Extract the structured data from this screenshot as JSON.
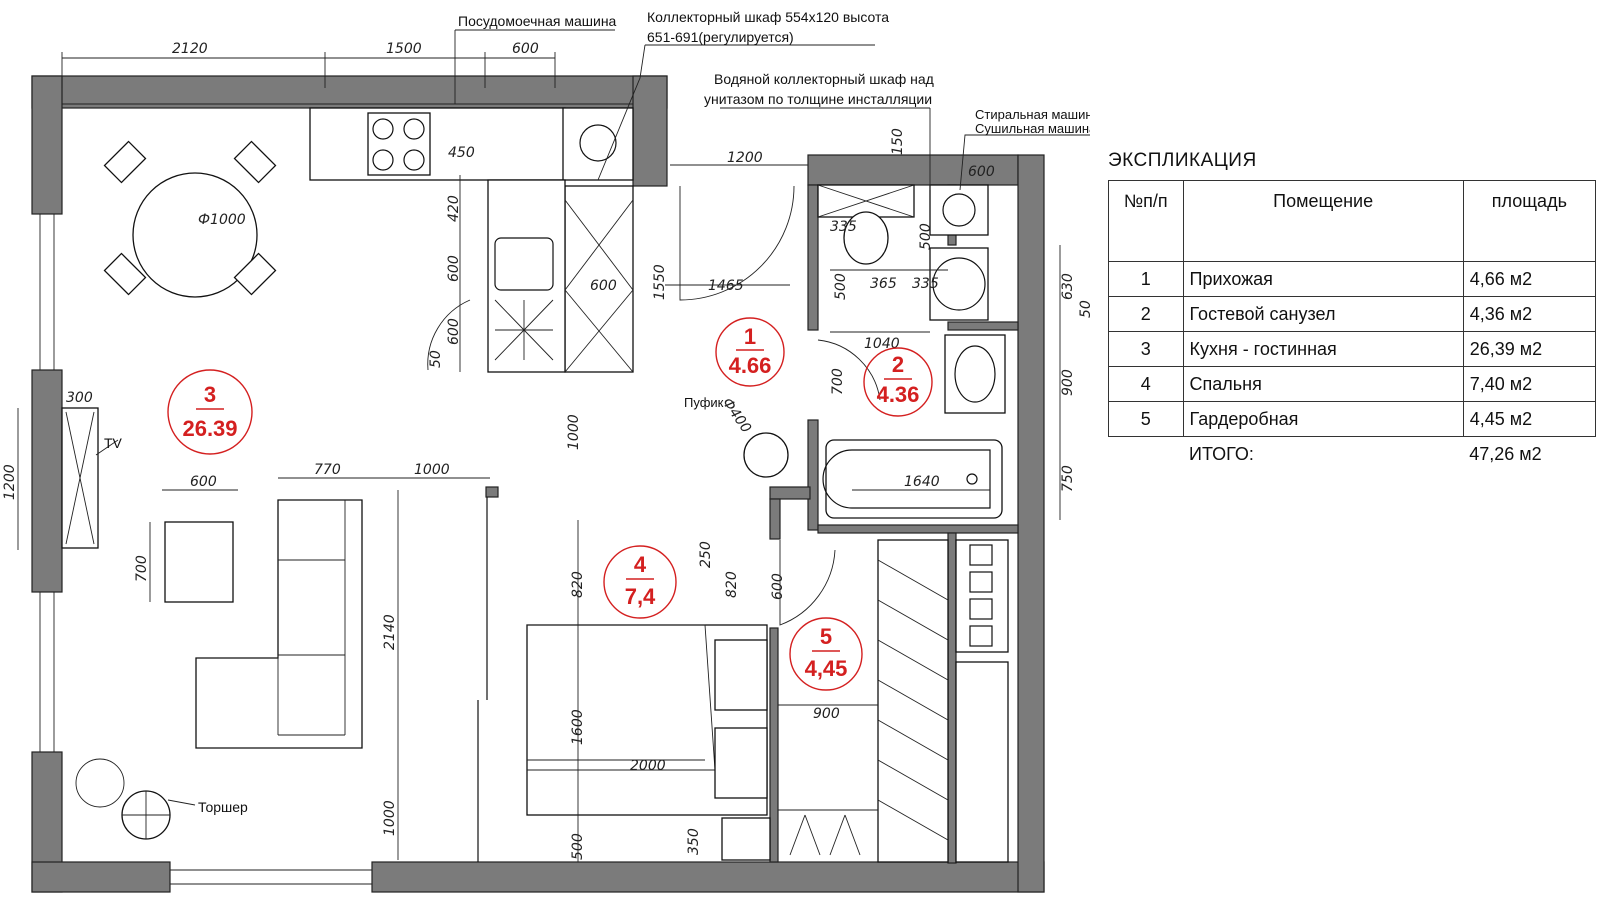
{
  "plan": {
    "annotations": {
      "dishwasher": "Посудомоечная машина",
      "collector_cabinet_1": "Коллекторный шкаф 554х120 высота",
      "collector_cabinet_2": "651-691(регулируется)",
      "water_cabinet_1": "Водяной коллекторный шкаф над",
      "water_cabinet_2": "унитазом по толщине инсталляции",
      "washer": "Стиральная машина",
      "dryer": "Сушильная машина над ней",
      "pouf": "Пуфик",
      "tv": "TV",
      "floor_lamp": "Торшер"
    },
    "dimensions": {
      "top_2120": "2120",
      "top_1500": "1500",
      "top_600": "600",
      "d450": "450",
      "d1200": "1200",
      "d150": "150",
      "d600_wash": "600",
      "d1000_table": "Ф1000",
      "d420": "420",
      "d600_a": "600",
      "d600_b": "600",
      "d50_a": "50",
      "d1550": "1550",
      "d600_c": "600",
      "d1465": "1465",
      "d335_a": "335",
      "d500_a": "500",
      "d500_b": "500",
      "d365": "365",
      "d335_b": "335",
      "d630": "630",
      "d50_b": "50",
      "d1040": "1040",
      "d700_a": "700",
      "d900_a": "900",
      "d300": "300",
      "d1200_tv": "1200",
      "d1000_a": "1000",
      "d400": "Ф400",
      "d770": "770",
      "d1000_b": "1000",
      "d600_d": "600",
      "d700_b": "700",
      "d2140": "2140",
      "d1640": "1640",
      "d750": "750",
      "d250": "250",
      "d820_a": "820",
      "d820_b": "820",
      "d600_e": "600",
      "d1600": "1600",
      "d2000": "2000",
      "d900_b": "900",
      "d350": "350",
      "d500_c": "500",
      "d1000_c": "1000"
    },
    "rooms": [
      {
        "num": "1",
        "area": "4.66"
      },
      {
        "num": "2",
        "area": "4.36"
      },
      {
        "num": "3",
        "area": "26.39"
      },
      {
        "num": "4",
        "area": "7,4"
      },
      {
        "num": "5",
        "area": "4,45"
      }
    ],
    "colors": {
      "wall": "#7b7b7b",
      "room_label": "#d42020"
    }
  },
  "legend": {
    "title": "ЭКСПЛИКАЦИЯ",
    "headers": [
      "№п/п",
      "Помещение",
      "площадь"
    ],
    "rows": [
      {
        "n": "1",
        "room": "Прихожая",
        "area": "4,66 м2"
      },
      {
        "n": "2",
        "room": "Гостевой санузел",
        "area": "4,36 м2"
      },
      {
        "n": "3",
        "room": "Кухня - гостинная",
        "area": "26,39 м2"
      },
      {
        "n": "4",
        "room": "Спальня",
        "area": "7,40 м2"
      },
      {
        "n": "5",
        "room": "Гардеробная",
        "area": "4,45 м2"
      }
    ],
    "total_label": "ИТОГО:",
    "total_value": "47,26 м2"
  }
}
